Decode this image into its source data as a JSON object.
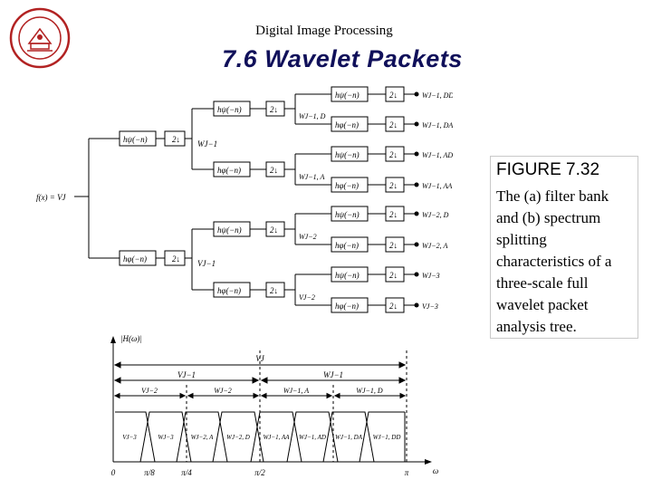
{
  "header": {
    "course_title": "Digital Image Processing"
  },
  "slide": {
    "title": "7.6 Wavelet Packets"
  },
  "figure": {
    "label": "FIGURE 7.32",
    "caption": "The (a) filter bank and (b) spectrum splitting characteristics of a three-scale full wavelet packet analysis tree."
  },
  "filter_bank": {
    "input": "f(x) = VJ",
    "downsample": "2↓",
    "level1": {
      "highpass": "hψ(−n)",
      "highpass_out": "WJ−1",
      "lowpass": "hφ(−n)",
      "lowpass_out": "VJ−1"
    },
    "level2": [
      {
        "filter": "hψ(−n)",
        "output": "WJ−1, D"
      },
      {
        "filter": "hφ(−n)",
        "output": "WJ−1, A"
      },
      {
        "filter": "hψ(−n)",
        "output": "WJ−2"
      },
      {
        "filter": "hφ(−n)",
        "output": "VJ−2"
      }
    ],
    "level3": [
      {
        "filter": "hψ(−n)",
        "output": "WJ−1, DD"
      },
      {
        "filter": "hφ(−n)",
        "output": "WJ−1, DA"
      },
      {
        "filter": "hψ(−n)",
        "output": "WJ−1, AD"
      },
      {
        "filter": "hφ(−n)",
        "output": "WJ−1, AA"
      },
      {
        "filter": "hψ(−n)",
        "output": "WJ−2, D"
      },
      {
        "filter": "hφ(−n)",
        "output": "WJ−2, A"
      },
      {
        "filter": "hψ(−n)",
        "output": "WJ−3"
      },
      {
        "filter": "hφ(−n)",
        "output": "VJ−3"
      }
    ]
  },
  "spectrum": {
    "ylabel": "|H(ω)|",
    "xlabel": "ω",
    "top_span": "VJ",
    "level1": [
      "VJ−1",
      "WJ−1"
    ],
    "level2": [
      "VJ−2",
      "WJ−2",
      "WJ−1, A",
      "WJ−1, D"
    ],
    "bands": [
      "VJ−3",
      "WJ−3",
      "WJ−2, A",
      "WJ−2, D",
      "WJ−1, AA",
      "WJ−1, AD",
      "WJ−1, DA",
      "WJ−1, DD"
    ],
    "ticks": [
      "0",
      "π/8",
      "π/4",
      "π/2",
      "π"
    ]
  }
}
